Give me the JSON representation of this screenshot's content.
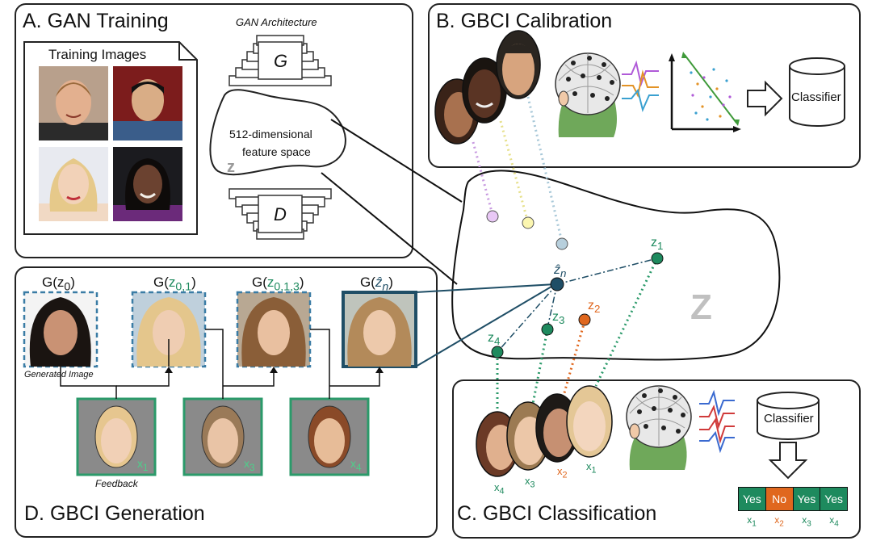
{
  "panel_a": {
    "title": "A. GAN Training",
    "training_label": "Training Images",
    "architecture_label": "GAN Architecture",
    "generator": "G",
    "discriminator": "D",
    "feature_space_line1": "512-dimensional",
    "feature_space_line2": "feature space",
    "z_label": "z"
  },
  "panel_b": {
    "title": "B. GBCI Calibration",
    "classifier": "Classifier"
  },
  "panel_c": {
    "title": "C. GBCI Classification",
    "classifier": "Classifier",
    "face_labels": [
      "x4",
      "x3",
      "x2",
      "x1"
    ],
    "results": [
      {
        "value": "Yes",
        "label": "x1",
        "color": "#1e8a5e"
      },
      {
        "value": "No",
        "label": "x2",
        "color": "#e0671e"
      },
      {
        "value": "Yes",
        "label": "x3",
        "color": "#1e8a5e"
      },
      {
        "value": "Yes",
        "label": "x4",
        "color": "#1e8a5e"
      }
    ]
  },
  "panel_d": {
    "title": "D. GBCI Generation",
    "generated_label": "Generated Image",
    "feedback_label": "Feedback",
    "outputs": [
      "G(z0)",
      "G(z0,1)",
      "G(z0,1,3)",
      "G(ẑn)"
    ],
    "feedback_faces": [
      "x1",
      "x3",
      "x4"
    ]
  },
  "latent": {
    "z_label": "Z",
    "points": [
      "z1",
      "ẑn",
      "z2",
      "z3",
      "z4"
    ]
  },
  "colors": {
    "green": "#1e8a5e",
    "orange": "#e0671e",
    "teal_dark": "#1f4e66",
    "dashed_blue": "#3a7ca5"
  }
}
